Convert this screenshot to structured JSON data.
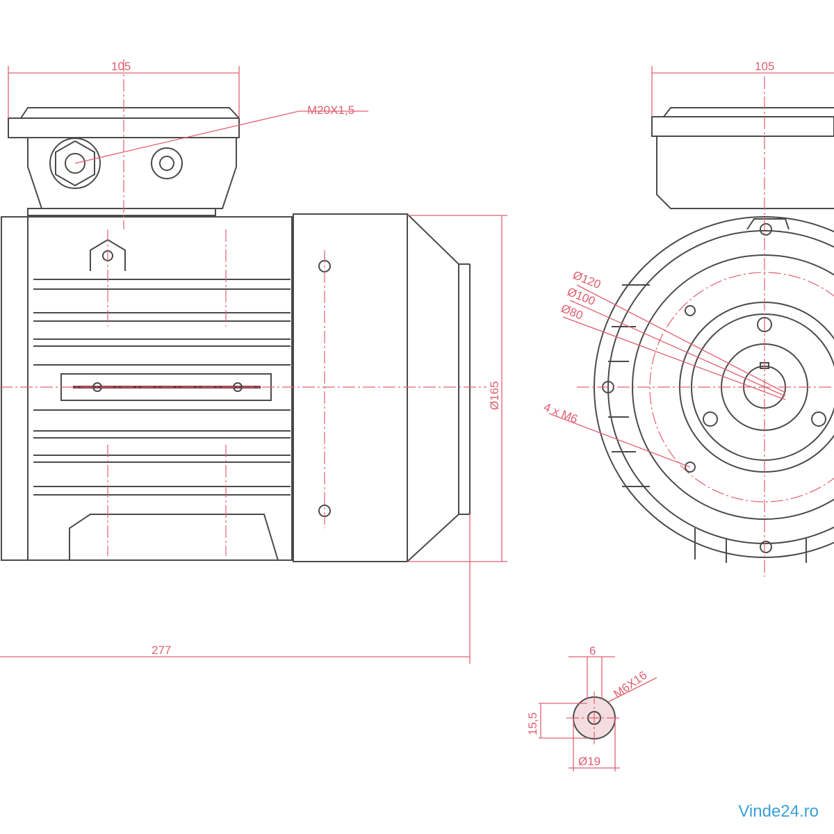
{
  "labels": {
    "side_box_width": "105",
    "cable_gland": "M20X1,5",
    "flange_diameter": "Ø165",
    "overall_length": "277",
    "front_box_width": "105",
    "pcd_120": "Ø120",
    "pcd_100": "Ø100",
    "spigot_80": "Ø80",
    "holes": "4 x M6",
    "key_width": "6",
    "shaft_thread": "M6X16",
    "key_height": "15,5",
    "shaft_diameter": "Ø19"
  },
  "watermark": "Vinde24.ro",
  "colors": {
    "dimension": "#e06070",
    "outline": "#4a4a4a",
    "watermark": "#3aa0d8"
  }
}
